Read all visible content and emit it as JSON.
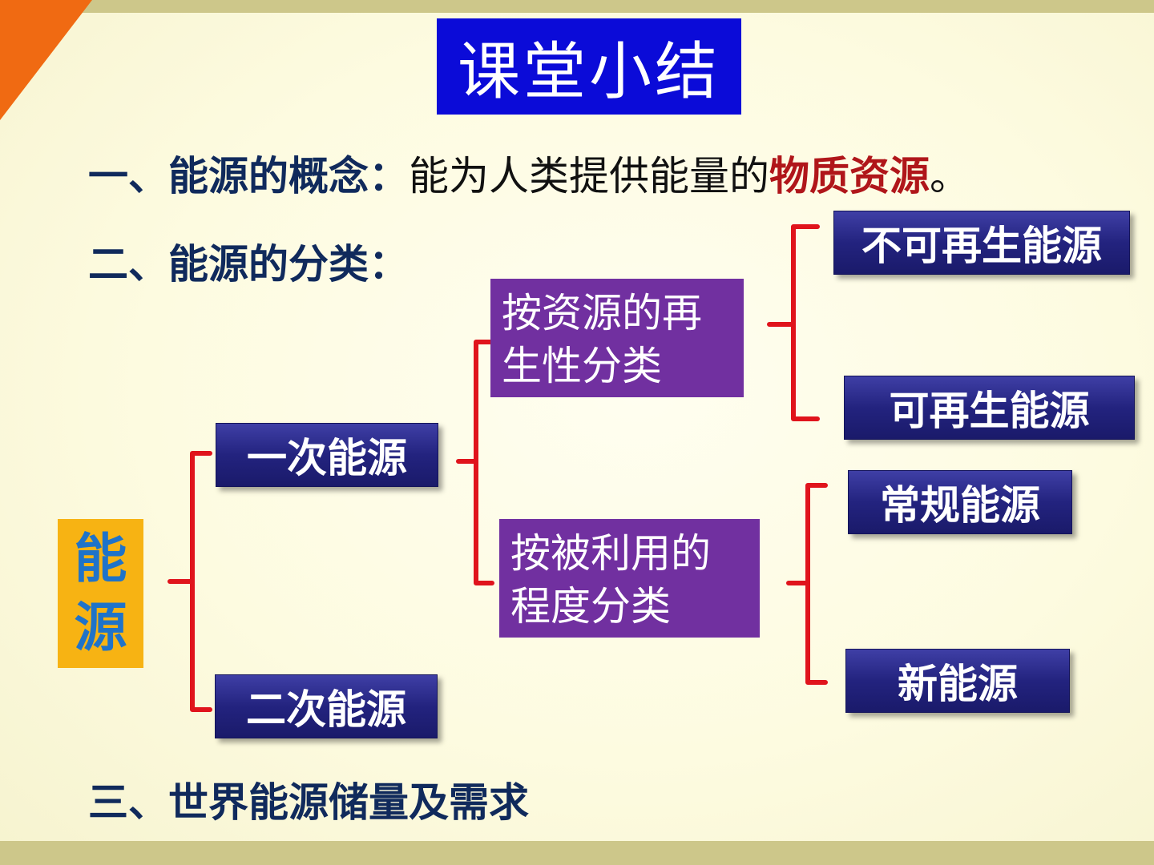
{
  "title": "课堂小结",
  "section1": {
    "label": "一、能源的概念：",
    "text": "能为人类提供能量的",
    "highlight": "物质资源",
    "end": "。"
  },
  "section2": {
    "label": "二、能源的分类："
  },
  "section3": {
    "label": "三、世界能源储量及需求"
  },
  "diagram": {
    "root_chars": [
      "能",
      "源"
    ],
    "primary": "一次能源",
    "secondary": "二次能源",
    "by_renewability": "按资源的再\n生性分类",
    "by_usage": "按被利用的\n程度分类",
    "non_renewable": "不可再生能源",
    "renewable": "可再生能源",
    "conventional": "常规能源",
    "new_energy": "新能源"
  },
  "colors": {
    "title_bg": "#0b0bd8",
    "box_blue": "#23237f",
    "box_purple": "#7130a0",
    "root_bg": "#f7b313",
    "root_text": "#1f73c9",
    "bracket": "#e0141c",
    "highlight": "#b0161a",
    "heading": "#102a5c"
  }
}
